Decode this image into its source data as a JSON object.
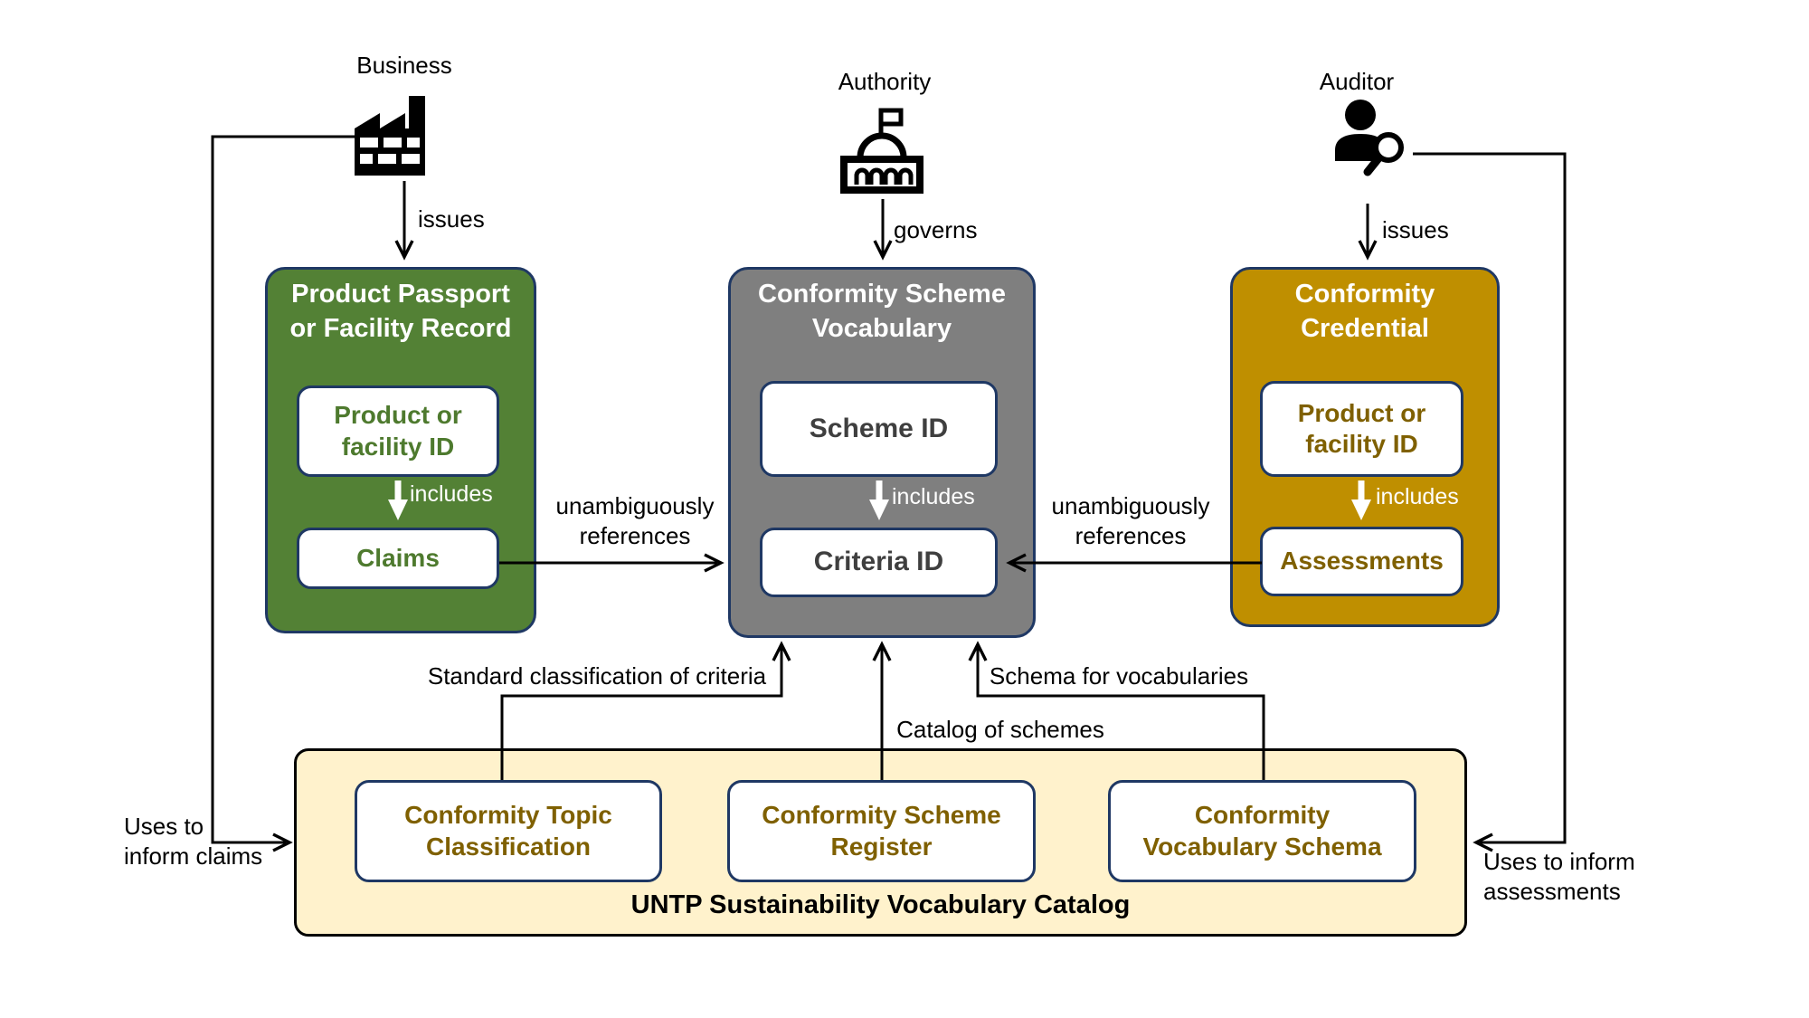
{
  "diagram": {
    "actors": {
      "business": {
        "label": "Business",
        "edge_label": "issues"
      },
      "authority": {
        "label": "Authority",
        "edge_label": "governs"
      },
      "auditor": {
        "label": "Auditor",
        "edge_label": "issues"
      }
    },
    "product_passport": {
      "title": "Product Passport\nor Facility Record",
      "id_box": "Product or\nfacility ID",
      "includes_label": "includes",
      "claims_box": "Claims",
      "fill": "#538135"
    },
    "scheme_vocabulary": {
      "title": "Conformity Scheme\nVocabulary",
      "scheme_id_box": "Scheme ID",
      "includes_label": "includes",
      "criteria_id_box": "Criteria ID",
      "fill": "#7F7F7F"
    },
    "conformity_credential": {
      "title": "Conformity\nCredential",
      "id_box": "Product or\nfacility ID",
      "includes_label": "includes",
      "assessments_box": "Assessments",
      "fill": "#BF8F00"
    },
    "catalog": {
      "title": "UNTP Sustainability Vocabulary Catalog",
      "items": [
        "Conformity Topic\nClassification",
        "Conformity Scheme\nRegister",
        "Conformity\nVocabulary Schema"
      ],
      "fill": "#FFF2CC"
    },
    "edge_labels": {
      "references_left": "unambiguously\nreferences",
      "references_right": "unambiguously\nreferences",
      "standard_classification": "Standard classification of criteria",
      "catalog_of_schemes": "Catalog of schemes",
      "schema_for_vocabularies": "Schema for vocabularies",
      "uses_inform_claims": "Uses to\ninform claims",
      "uses_inform_assessments": "Uses to inform\nassessments"
    },
    "colors": {
      "green": "#538135",
      "gray": "#7F7F7F",
      "gold": "#BF8F00",
      "cream": "#FFF2CC",
      "navy_border": "#1F3864",
      "green_text": "#4E7A2E",
      "gold_text": "#7F6000",
      "gray_text": "#3F3F3F"
    }
  }
}
